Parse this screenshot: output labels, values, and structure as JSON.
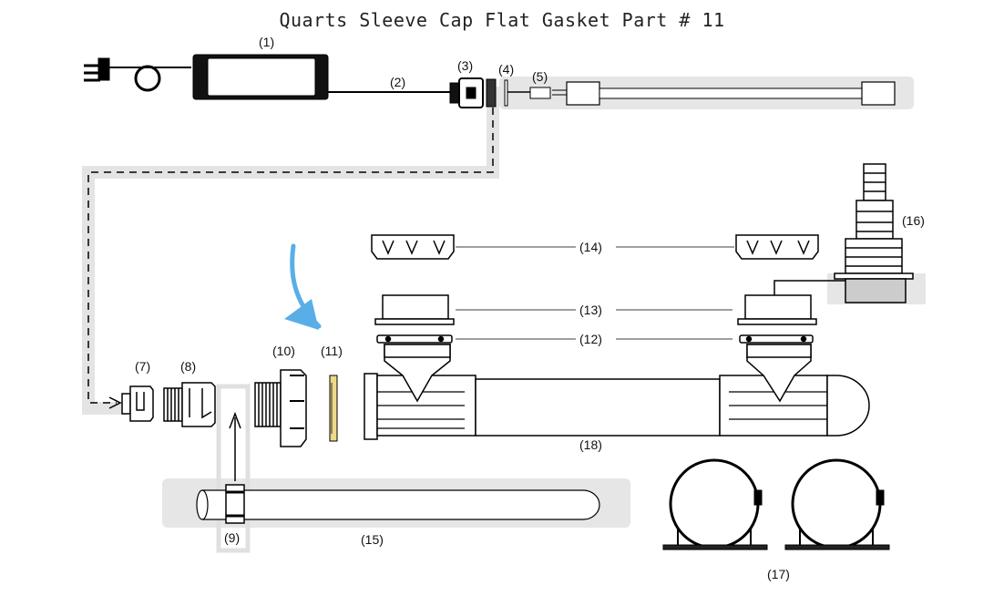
{
  "title": "Quarts Sleeve Cap Flat Gasket Part # 11",
  "labels": {
    "p1": "(1)",
    "p2": "(2)",
    "p3": "(3)",
    "p4": "(4)",
    "p5": "(5)",
    "p7": "(7)",
    "p8": "(8)",
    "p9": "(9)",
    "p10": "(10)",
    "p11": "(11)",
    "p12": "(12)",
    "p13": "(13)",
    "p14": "(14)",
    "p15": "(15)",
    "p16": "(16)",
    "p17": "(17)",
    "p18": "(18)"
  },
  "colors": {
    "highlight_arrow": "#5aaee8",
    "gasket": "#ecd98a",
    "track": "#e4e4e4"
  }
}
